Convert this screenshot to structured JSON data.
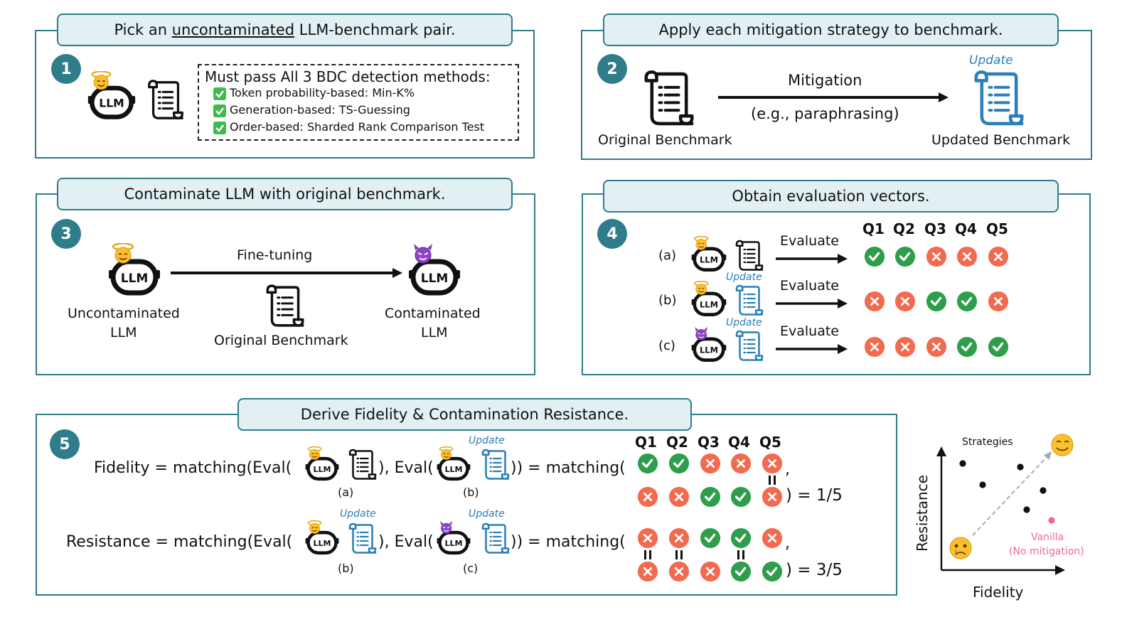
{
  "panel1": {
    "number": "1",
    "title_prefix": "Pick an ",
    "title_underlined": "uncontaminated",
    "title_suffix": " LLM-benchmark pair.",
    "box_title": "Must pass All 3 BDC detection methods:",
    "checks": [
      "Token probability-based: Min-K%",
      "Generation-based: TS-Guessing",
      "Order-based: Sharded Rank Comparison Test"
    ]
  },
  "panel2": {
    "number": "2",
    "title": "Apply each mitigation strategy to benchmark.",
    "arrow_label": "Mitigation",
    "arrow_sublabel": "(e.g., paraphrasing)",
    "left_label": "Original Benchmark",
    "right_label": "Updated Benchmark",
    "update_tag": "Update"
  },
  "panel3": {
    "number": "3",
    "title": "Contaminate LLM with original benchmark.",
    "arrow_label": "Fine-tuning",
    "left_label_1": "Uncontaminated",
    "left_label_2": "LLM",
    "middle_label": "Original Benchmark",
    "right_label_1": "Contaminated",
    "right_label_2": "LLM"
  },
  "panel4": {
    "number": "4",
    "title": "Obtain evaluation vectors.",
    "questions": [
      "Q1",
      "Q2",
      "Q3",
      "Q4",
      "Q5"
    ],
    "arrow_label": "Evaluate",
    "update_tag": "Update",
    "rows": [
      {
        "label": "(a)",
        "results": [
          1,
          1,
          0,
          0,
          0
        ]
      },
      {
        "label": "(b)",
        "results": [
          0,
          0,
          1,
          1,
          0
        ]
      },
      {
        "label": "(c)",
        "results": [
          0,
          0,
          0,
          1,
          1
        ]
      }
    ]
  },
  "panel5": {
    "number": "5",
    "title": "Derive Fidelity & Contamination Resistance.",
    "questions": [
      "Q1",
      "Q2",
      "Q3",
      "Q4",
      "Q5"
    ],
    "update_tag": "Update",
    "fidelity_prefix": "Fidelity = matching(Eval(",
    "fidelity_mid": "), Eval(",
    "fidelity_suffix": ")) = matching(",
    "fidelity_sub_a": "(a)",
    "fidelity_sub_b": "(b)",
    "fidelity_row1": [
      1,
      1,
      0,
      0,
      0
    ],
    "fidelity_row2": [
      0,
      0,
      1,
      1,
      0
    ],
    "fidelity_matches": [
      false,
      false,
      false,
      false,
      true
    ],
    "fidelity_result": ") = 1/5",
    "resistance_prefix": "Resistance = matching(Eval(",
    "resistance_mid": "), Eval(",
    "resistance_suffix": ")) = matching(",
    "resistance_sub_b": "(b)",
    "resistance_sub_c": "(c)",
    "resistance_row1": [
      0,
      0,
      1,
      1,
      0
    ],
    "resistance_row2": [
      0,
      0,
      0,
      1,
      1
    ],
    "resistance_matches": [
      true,
      true,
      false,
      true,
      false
    ],
    "resistance_result": ") = 3/5",
    "comma": ","
  },
  "plot": {
    "title": "Strategies",
    "xlabel": "Fidelity",
    "ylabel": "Resistance",
    "vanilla_1": "Vanilla",
    "vanilla_2": "(No mitigation)"
  },
  "icon_text": "LLM",
  "colors": {
    "teal": "#2f7c8a",
    "title_bg": "#e3f0f3",
    "check_green": "#2e9e4b",
    "cross_red": "#f26a4f",
    "update_blue": "#2a7fb8",
    "vanilla_pink": "#ee6a8c"
  }
}
